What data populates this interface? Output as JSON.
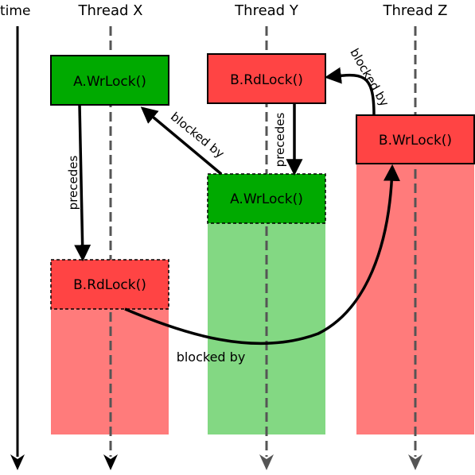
{
  "time_label": "time",
  "threads": [
    {
      "id": "x",
      "label": "Thread X"
    },
    {
      "id": "y",
      "label": "Thread Y"
    },
    {
      "id": "z",
      "label": "Thread Z"
    }
  ],
  "ops": [
    {
      "id": "x-awrlock",
      "thread": "Thread X",
      "label": "A.WrLock()",
      "kind": "write",
      "state": "acquired"
    },
    {
      "id": "x-brdlock",
      "thread": "Thread X",
      "label": "B.RdLock()",
      "kind": "read",
      "state": "waiting"
    },
    {
      "id": "y-brdlock",
      "thread": "Thread Y",
      "label": "B.RdLock()",
      "kind": "read",
      "state": "acquired"
    },
    {
      "id": "y-awrlock",
      "thread": "Thread Y",
      "label": "A.WrLock()",
      "kind": "write",
      "state": "waiting"
    },
    {
      "id": "z-bwrlock",
      "thread": "Thread Z",
      "label": "B.WrLock()",
      "kind": "write",
      "state": "waiting"
    }
  ],
  "edges": [
    {
      "label": "precedes",
      "from": "x-awrlock",
      "to": "x-brdlock"
    },
    {
      "label": "precedes",
      "from": "y-brdlock",
      "to": "y-awrlock"
    },
    {
      "label": "blocked by",
      "from": "y-awrlock",
      "to": "x-awrlock"
    },
    {
      "label": "blocked by",
      "from": "z-bwrlock",
      "to": "y-brdlock"
    },
    {
      "label": "blocked by",
      "from": "x-brdlock",
      "to": "z-bwrlock"
    }
  ],
  "colors": {
    "write_lock": "#00aa00",
    "read_lock": "#ff4444",
    "blocked_red_region": "#ff7b7b",
    "blocked_green_region": "#83d883",
    "timeline": "#555555"
  }
}
